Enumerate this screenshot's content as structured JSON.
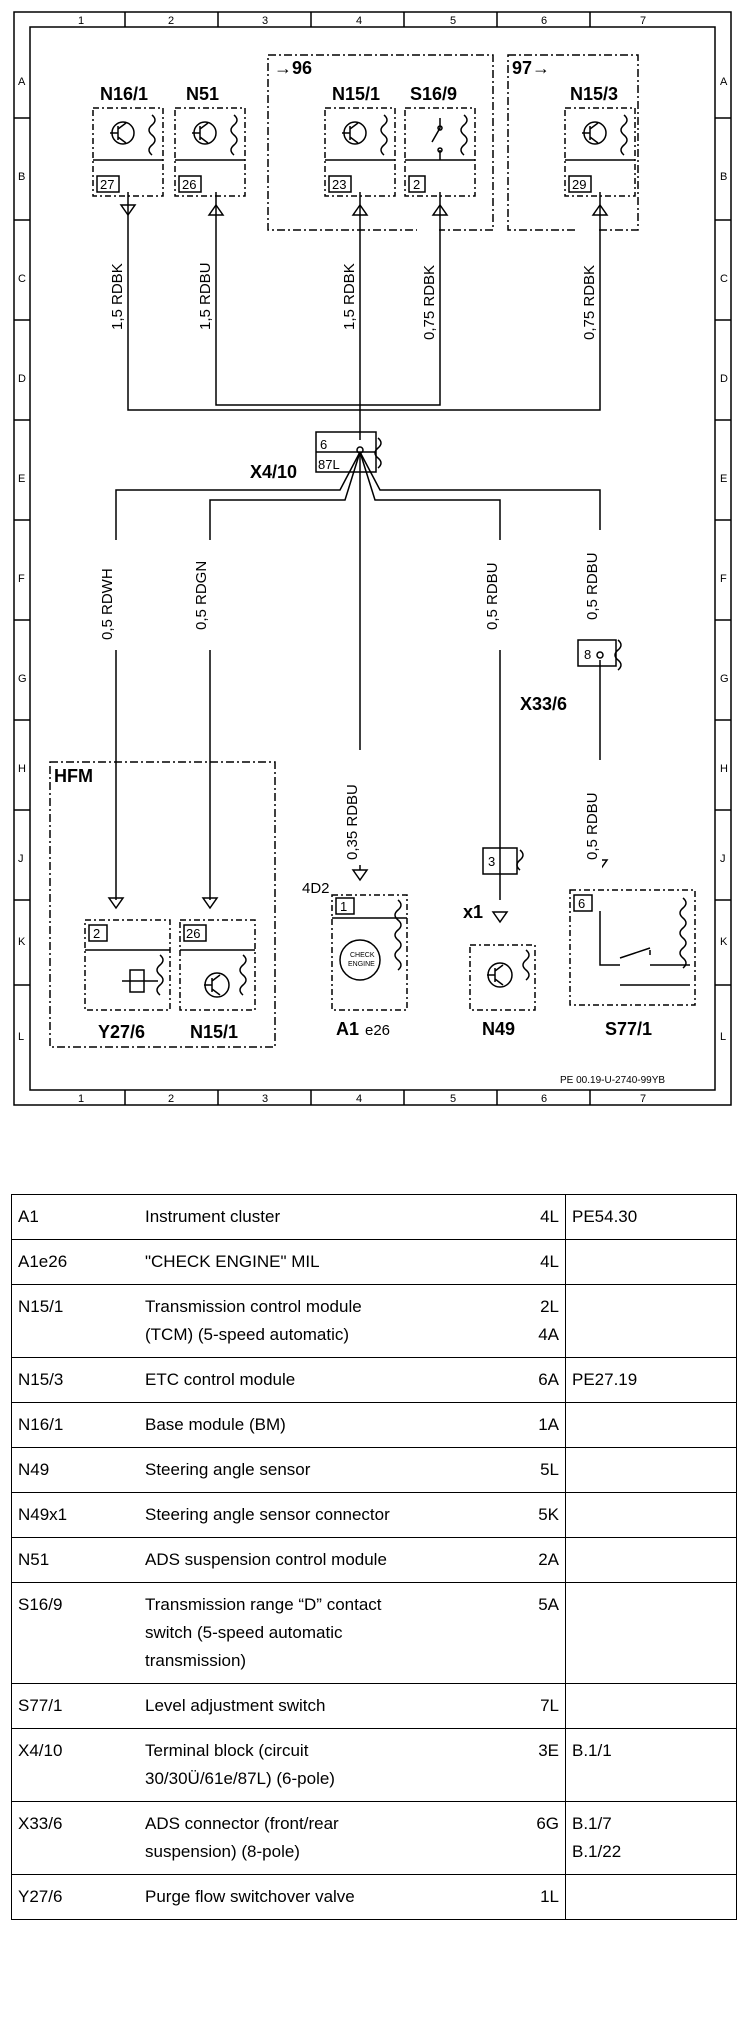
{
  "diagram": {
    "col_numbers": [
      "1",
      "2",
      "3",
      "4",
      "5",
      "6",
      "7"
    ],
    "row_letters": [
      "A",
      "B",
      "C",
      "D",
      "E",
      "F",
      "G",
      "H",
      "J",
      "K",
      "L"
    ],
    "ref_code": "PE 00.19-U-2740-99YB",
    "group_96": "→96",
    "group_97": "97→",
    "group_hfm": "HFM",
    "components": {
      "n16_1": "N16/1",
      "n51": "N51",
      "n15_1": "N15/1",
      "s16_9": "S16/9",
      "n15_3": "N15/3",
      "x4_10": "X4/10",
      "x33_6": "X33/6",
      "y27_6": "Y27/6",
      "n15_1_bottom": "N15/1",
      "a1": "A1",
      "a1_e": "e26",
      "n49": "N49",
      "s77_1": "S77/1",
      "x1": "x1",
      "d4d2": "4D2"
    },
    "pins": {
      "n16_1": "27",
      "n51": "26",
      "n15_1": "23",
      "s16_9": "2",
      "n15_3": "29",
      "x4_10_pin": "6",
      "x4_10_term": "87L",
      "x33_6": "8",
      "y27_6": "2",
      "n15_1_bottom": "26",
      "a1": "1",
      "n49x1": "3",
      "s77_1": "6"
    },
    "wires": {
      "w1": "1,5 RDBK",
      "w2": "1,5 RDBU",
      "w3": "1,5 RDBK",
      "w4": "0,75 RDBK",
      "w5": "0,75 RDBK",
      "w6": "0,5 RDWH",
      "w7": "0,5 RDGN",
      "w8": "0,5 RDBU",
      "w9": "0,5 RDBU",
      "w10": "0,35 RDBU",
      "w11": "0,5 RDBU"
    },
    "check_engine_1": "CHECK",
    "check_engine_2": "ENGINE"
  },
  "legend": [
    {
      "code": "A1",
      "lines": [
        "Instrument cluster"
      ],
      "locs": [
        "4L"
      ],
      "refs": [
        "PE54.30"
      ]
    },
    {
      "code": "A1e26",
      "lines": [
        "\"CHECK ENGINE\" MIL"
      ],
      "locs": [
        "4L"
      ],
      "refs": []
    },
    {
      "code": "N15/1",
      "lines": [
        "Transmission control module",
        "(TCM) (5-speed automatic)"
      ],
      "locs": [
        "2L",
        "4A"
      ],
      "refs": []
    },
    {
      "code": "N15/3",
      "lines": [
        "ETC control module"
      ],
      "locs": [
        "6A"
      ],
      "refs": [
        "PE27.19"
      ]
    },
    {
      "code": "N16/1",
      "lines": [
        "Base module (BM)"
      ],
      "locs": [
        "1A"
      ],
      "refs": []
    },
    {
      "code": "N49",
      "lines": [
        "Steering angle sensor"
      ],
      "locs": [
        "5L"
      ],
      "refs": []
    },
    {
      "code": "N49x1",
      "lines": [
        "Steering angle sensor connector"
      ],
      "locs": [
        "5K"
      ],
      "refs": []
    },
    {
      "code": "N51",
      "lines": [
        "ADS suspension control module"
      ],
      "locs": [
        "2A"
      ],
      "refs": []
    },
    {
      "code": "S16/9",
      "lines": [
        "Transmission range “D” contact",
        "switch (5-speed automatic",
        "transmission)"
      ],
      "locs": [
        "5A"
      ],
      "refs": []
    },
    {
      "code": "S77/1",
      "lines": [
        "Level adjustment switch"
      ],
      "locs": [
        "7L"
      ],
      "refs": []
    },
    {
      "code": "X4/10",
      "lines": [
        "Terminal block (circuit",
        "30/30Ü/61e/87L) (6-pole)"
      ],
      "locs": [
        "3E"
      ],
      "refs": [
        "B.1/1"
      ]
    },
    {
      "code": "X33/6",
      "lines": [
        "ADS connector (front/rear",
        "suspension) (8-pole)"
      ],
      "locs": [
        "6G"
      ],
      "refs": [
        "B.1/7",
        "B.1/22"
      ]
    },
    {
      "code": "Y27/6",
      "lines": [
        "Purge flow switchover valve"
      ],
      "locs": [
        "1L"
      ],
      "refs": []
    }
  ]
}
